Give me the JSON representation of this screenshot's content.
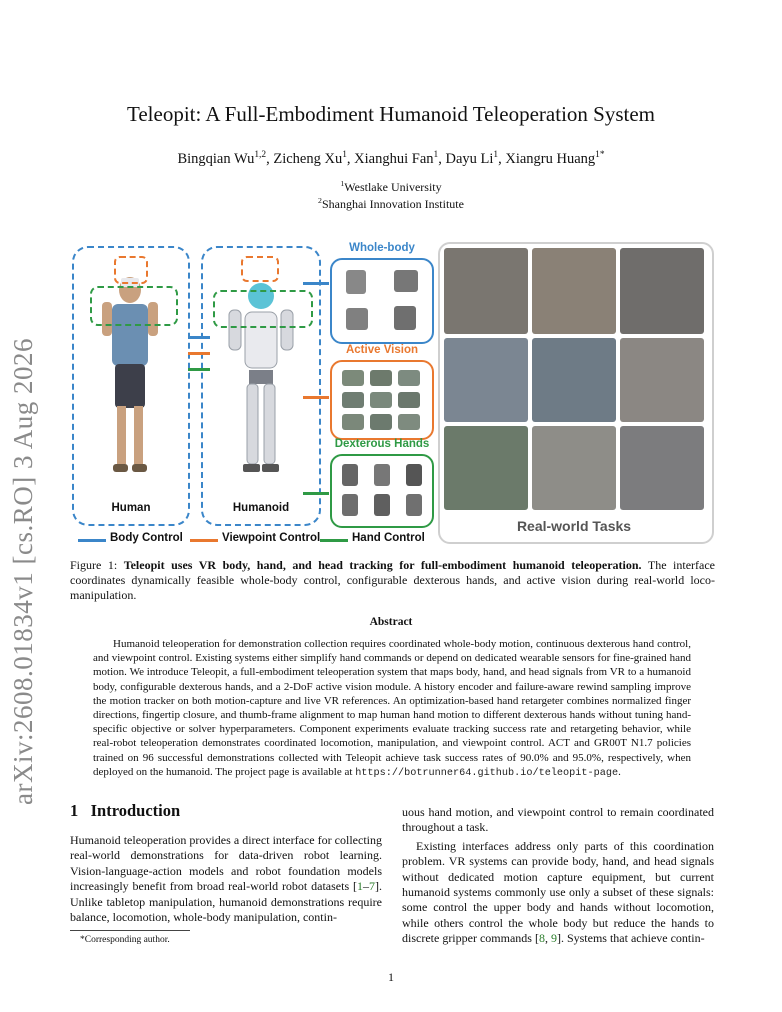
{
  "arxiv_stamp": "arXiv:2608.01834v1  [cs.RO]  3 Aug 2026",
  "title": "Teleopit: A Full-Embodiment Humanoid Teleoperation System",
  "authors": {
    "a1": "Bingqian Wu",
    "a1_sup": "1,2",
    "a2": "Zicheng Xu",
    "a2_sup": "1",
    "a3": "Xianghui Fan",
    "a3_sup": "1",
    "a4": "Dayu Li",
    "a4_sup": "1",
    "a5": "Xiangru Huang",
    "a5_sup": "1*"
  },
  "affiliations": [
    {
      "sup": "1",
      "name": "Westlake University"
    },
    {
      "sup": "2",
      "name": "Shanghai Innovation Institute"
    }
  ],
  "figure": {
    "labels": {
      "human": "Human",
      "humanoid": "Humanoid",
      "whole_body": "Whole-body",
      "active_vision": "Active Vision",
      "dexterous_hands": "Dexterous Hands",
      "real_world": "Real-world Tasks"
    },
    "legend": {
      "body": "Body Control",
      "viewpoint": "Viewpoint Control",
      "hand": "Hand Control"
    },
    "colors": {
      "body": "#3b86c9",
      "viewpoint": "#e9782f",
      "hand": "#2f9a45"
    }
  },
  "caption": {
    "prefix": "Figure 1:",
    "bold": "Teleopit uses VR body, hand, and head tracking for full-embodiment humanoid teleoperation.",
    "rest": "The interface coordinates dynamically feasible whole-body control, configurable dexterous hands, and active vision during real-world loco-manipulation."
  },
  "abstract": {
    "heading": "Abstract",
    "text": "Humanoid teleoperation for demonstration collection requires coordinated whole-body motion, continuous dexterous hand control, and viewpoint control. Existing systems either simplify hand commands or depend on dedicated wearable sensors for fine-grained hand motion. We introduce Teleopit, a full-embodiment teleoperation system that maps body, hand, and head signals from VR to a humanoid body, configurable dexterous hands, and a 2-DoF active vision module. A history encoder and failure-aware rewind sampling improve the motion tracker on both motion-capture and live VR references. An optimization-based hand retargeter combines normalized finger directions, fingertip closure, and thumb-frame alignment to map human hand motion to different dexterous hands without tuning hand-specific objective or solver hyperparameters. Component experiments evaluate tracking success rate and retargeting behavior, while real-robot teleoperation demonstrates coordinated locomotion, manipulation, and viewpoint control. ACT and GR00T N1.7 policies trained on 96 successful demonstrations collected with Teleopit achieve task success rates of 90.0% and 95.0%, respectively, when deployed on the humanoid. The project page is available at",
    "url": "https://botrunner64.github.io/teleopit-page",
    "end": "."
  },
  "section": {
    "number": "1",
    "title": "Introduction"
  },
  "left_col": {
    "p1a": "Humanoid teleoperation provides a direct interface for collecting real-world demonstrations for data-driven robot learning. Vision-language-action models and robot foundation models increasingly benefit from broad real-world robot datasets [",
    "cite1": "1",
    "dash": "–",
    "cite2": "7",
    "p1b": "]. Unlike tabletop manipulation, humanoid demonstrations require balance, locomotion, whole-body manipulation, contin-"
  },
  "right_col": {
    "p1": "uous hand motion, and viewpoint control to remain coordinated throughout a task.",
    "p2a": "Existing interfaces address only parts of this coordination problem. VR systems can provide body, hand, and head signals without dedicated motion capture equipment, but current humanoid systems commonly use only a subset of these signals: some control the upper body and hands without locomotion, while others control the whole body but reduce the hands to discrete gripper commands [",
    "cite8": "8",
    "comma": ", ",
    "cite9": "9",
    "p2b": "]. Systems that achieve contin-"
  },
  "footnote": "*Corresponding author.",
  "page_number": "1"
}
